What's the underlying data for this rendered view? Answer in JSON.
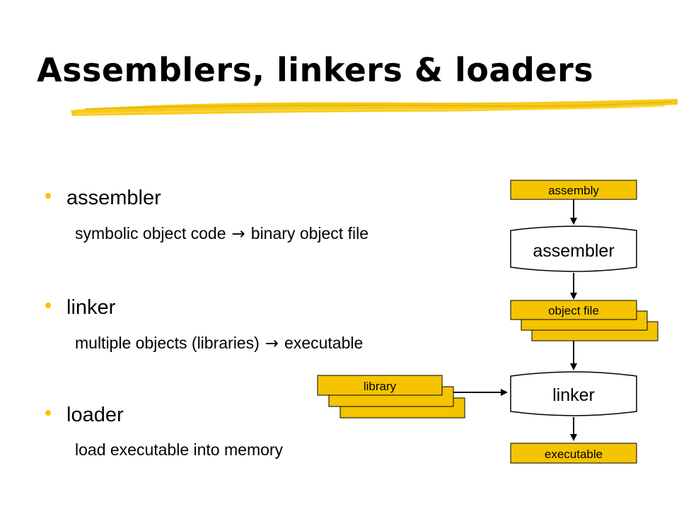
{
  "slide": {
    "title": "Assemblers, linkers & loaders",
    "accent_color": "#f5c400"
  },
  "bullets": [
    {
      "label": "assembler",
      "sub_from": "symbolic object code",
      "sub_to": "binary object file"
    },
    {
      "label": "linker",
      "sub_from": "multiple objects (libraries)",
      "sub_to": "executable"
    },
    {
      "label": "loader",
      "sub_text": "load executable into memory"
    }
  ],
  "diagram": {
    "input_label": "assembly",
    "assembler_label": "assembler",
    "object_label": "object file",
    "library_label": "library",
    "linker_label": "linker",
    "output_label": "executable",
    "box_color": "#f5c400"
  }
}
